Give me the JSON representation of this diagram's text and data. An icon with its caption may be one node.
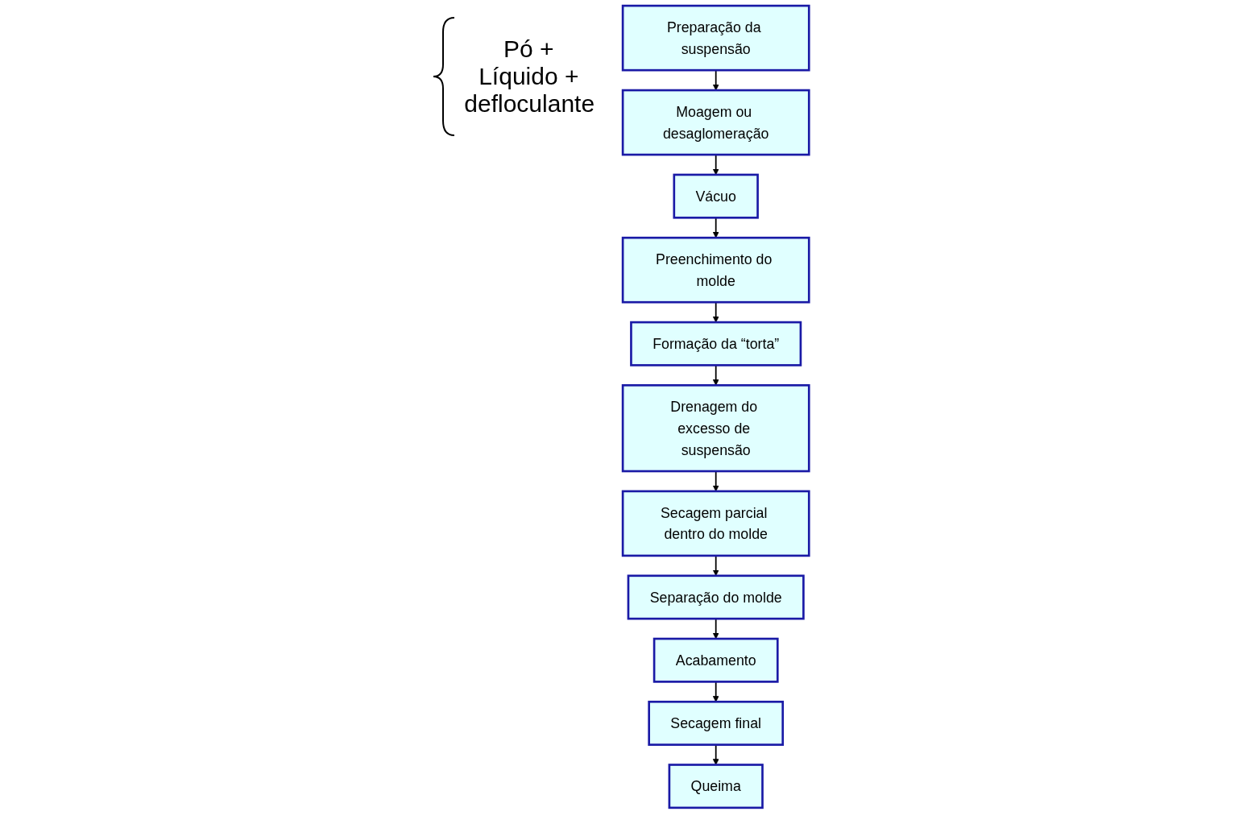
{
  "diagram": {
    "nodes": [
      {
        "text": [
          "Preparação da suspensão"
        ],
        "beside": [
          "Pó + Líquido + defloculante"
        ]
      },
      {
        "text": [
          "Moagem ou desaglomeração"
        ]
      },
      {
        "text": [
          "Vácuo"
        ]
      },
      {
        "text": [
          "Preenchimento do molde"
        ]
      },
      {
        "text": [
          "Formação da “torta”"
        ]
      },
      {
        "text": [
          "Drenagem do excesso de suspensão"
        ]
      },
      {
        "text": [
          "Secagem parcial dentro do molde"
        ]
      },
      {
        "text": [
          "Separação do molde"
        ]
      },
      {
        "text": [
          "Acabamento"
        ]
      },
      {
        "text": [
          "Secagem final"
        ]
      },
      {
        "text": [
          "Queima"
        ]
      }
    ],
    "edges": [
      {
        "from": 0,
        "to": 1,
        "arrow": "to"
      },
      {
        "from": 1,
        "to": 2,
        "arrow": "to"
      },
      {
        "from": 2,
        "to": 3,
        "arrow": "to"
      },
      {
        "from": 3,
        "to": 4,
        "arrow": "to"
      },
      {
        "from": 4,
        "to": 5,
        "arrow": "to"
      },
      {
        "from": 5,
        "to": 6,
        "arrow": "to"
      },
      {
        "from": 6,
        "to": 7,
        "arrow": "to"
      },
      {
        "from": 7,
        "to": 8,
        "arrow": "to"
      },
      {
        "from": 8,
        "to": 9,
        "arrow": "to"
      },
      {
        "from": 9,
        "to": 10,
        "arrow": "to"
      }
    ]
  }
}
